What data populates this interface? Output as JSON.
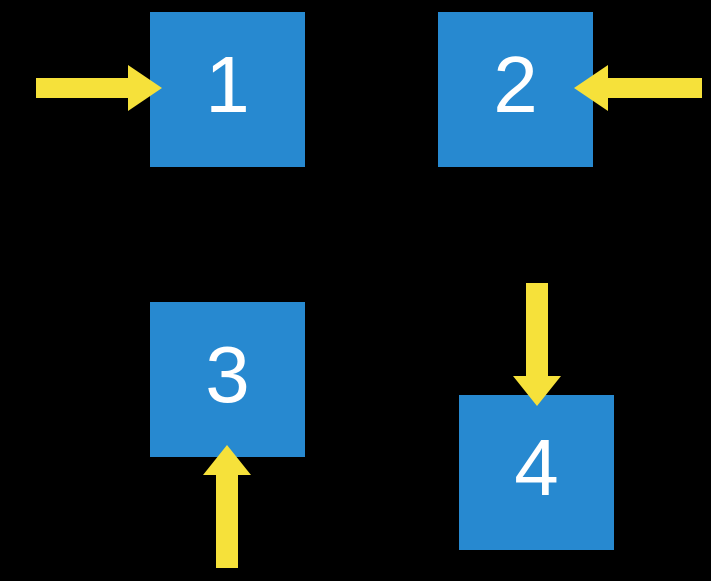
{
  "colors": {
    "background": "#000000",
    "box": "#2789d0",
    "arrow": "#f6e13a",
    "label": "#ffffff"
  },
  "boxes": [
    {
      "label": "1",
      "arrow_direction": "right",
      "arrow_position": "left-of-box"
    },
    {
      "label": "2",
      "arrow_direction": "left",
      "arrow_position": "right-of-box"
    },
    {
      "label": "3",
      "arrow_direction": "up",
      "arrow_position": "below-box"
    },
    {
      "label": "4",
      "arrow_direction": "down",
      "arrow_position": "above-box"
    }
  ]
}
